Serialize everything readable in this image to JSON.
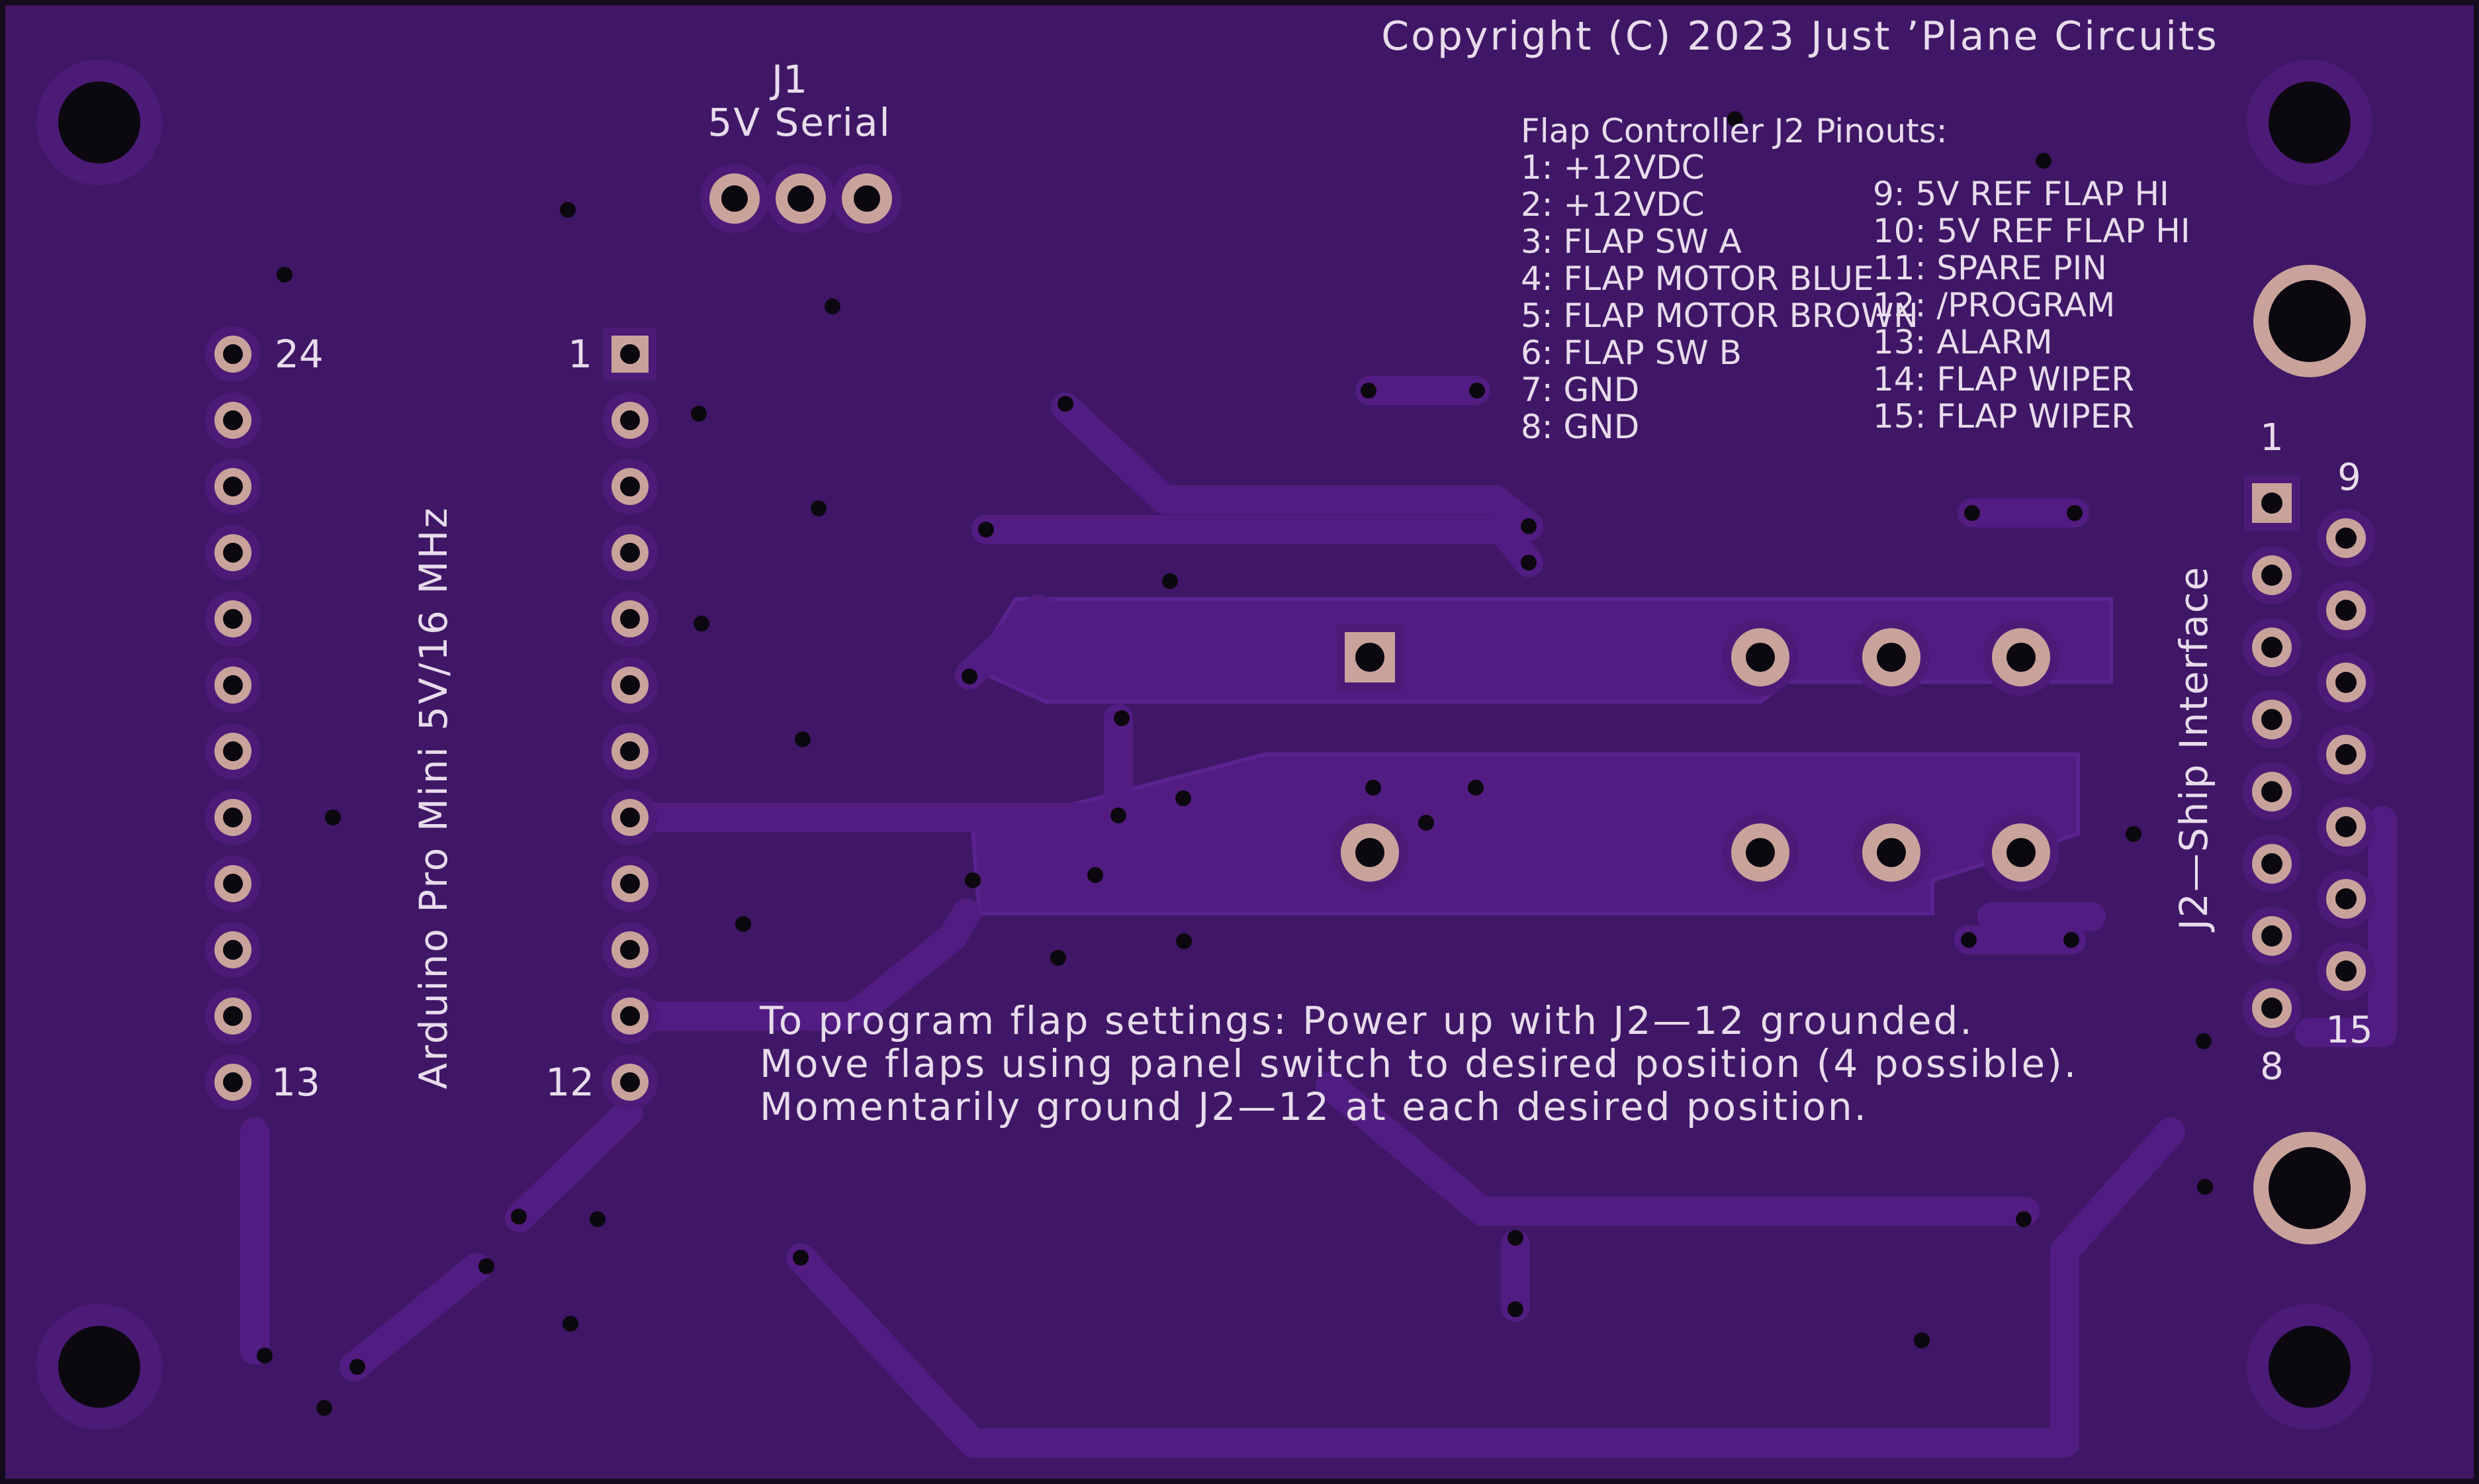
{
  "colors": {
    "background": "#3f1766",
    "copper_trace": "#4d1c7a",
    "copper_fill": "#511d80",
    "pad_ring": "#c9a39b",
    "via": "#0c0810",
    "silkscreen": "#e7dcec",
    "board_edge": "#140c1c"
  },
  "copyright": "Copyright (C) 2023 Just ’Plane Circuits",
  "j1": {
    "ref": "J1",
    "value": "5V Serial"
  },
  "arduino": {
    "label": "Arduino Pro Mini 5V/16 MHz",
    "pin1": "1",
    "pin12": "12",
    "pin13": "13",
    "pin24": "24"
  },
  "pinout": {
    "title": "Flap Controller J2 Pinouts:",
    "left": [
      "1: +12VDC",
      "2: +12VDC",
      "3:  FLAP SW A",
      "4:  FLAP MOTOR BLUE",
      "5:  FLAP MOTOR BROWN",
      "6:  FLAP SW B",
      "7:  GND",
      "8:  GND"
    ],
    "right": [
      "9:  5V REF FLAP HI",
      "10: 5V REF FLAP HI",
      "11: SPARE PIN",
      "12: /PROGRAM",
      "13: ALARM",
      "14: FLAP WIPER",
      "15: FLAP WIPER"
    ]
  },
  "j2": {
    "label": "J2—Ship Interface",
    "pin1": "1",
    "pin8": "8",
    "pin9": "9",
    "pin15": "15"
  },
  "instructions": [
    "To program flap settings:  Power up with J2—12 grounded.",
    "Move flaps using panel switch to desired position (4 possible).",
    "Momentarily ground J2—12 at each desired position."
  ]
}
